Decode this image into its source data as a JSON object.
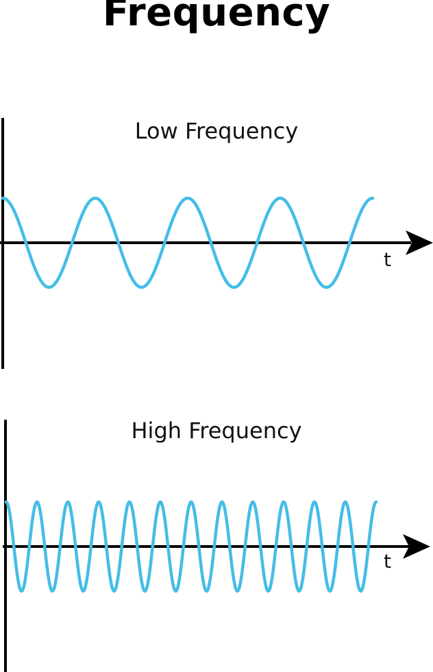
{
  "title": "Frequency",
  "colors": {
    "wave": "#45bde6",
    "axis": "#000000"
  },
  "panels": [
    {
      "label": "Low Frequency",
      "axis_label": "t",
      "cycles": 4
    },
    {
      "label": "High Frequency",
      "axis_label": "t",
      "cycles": 12
    }
  ]
}
